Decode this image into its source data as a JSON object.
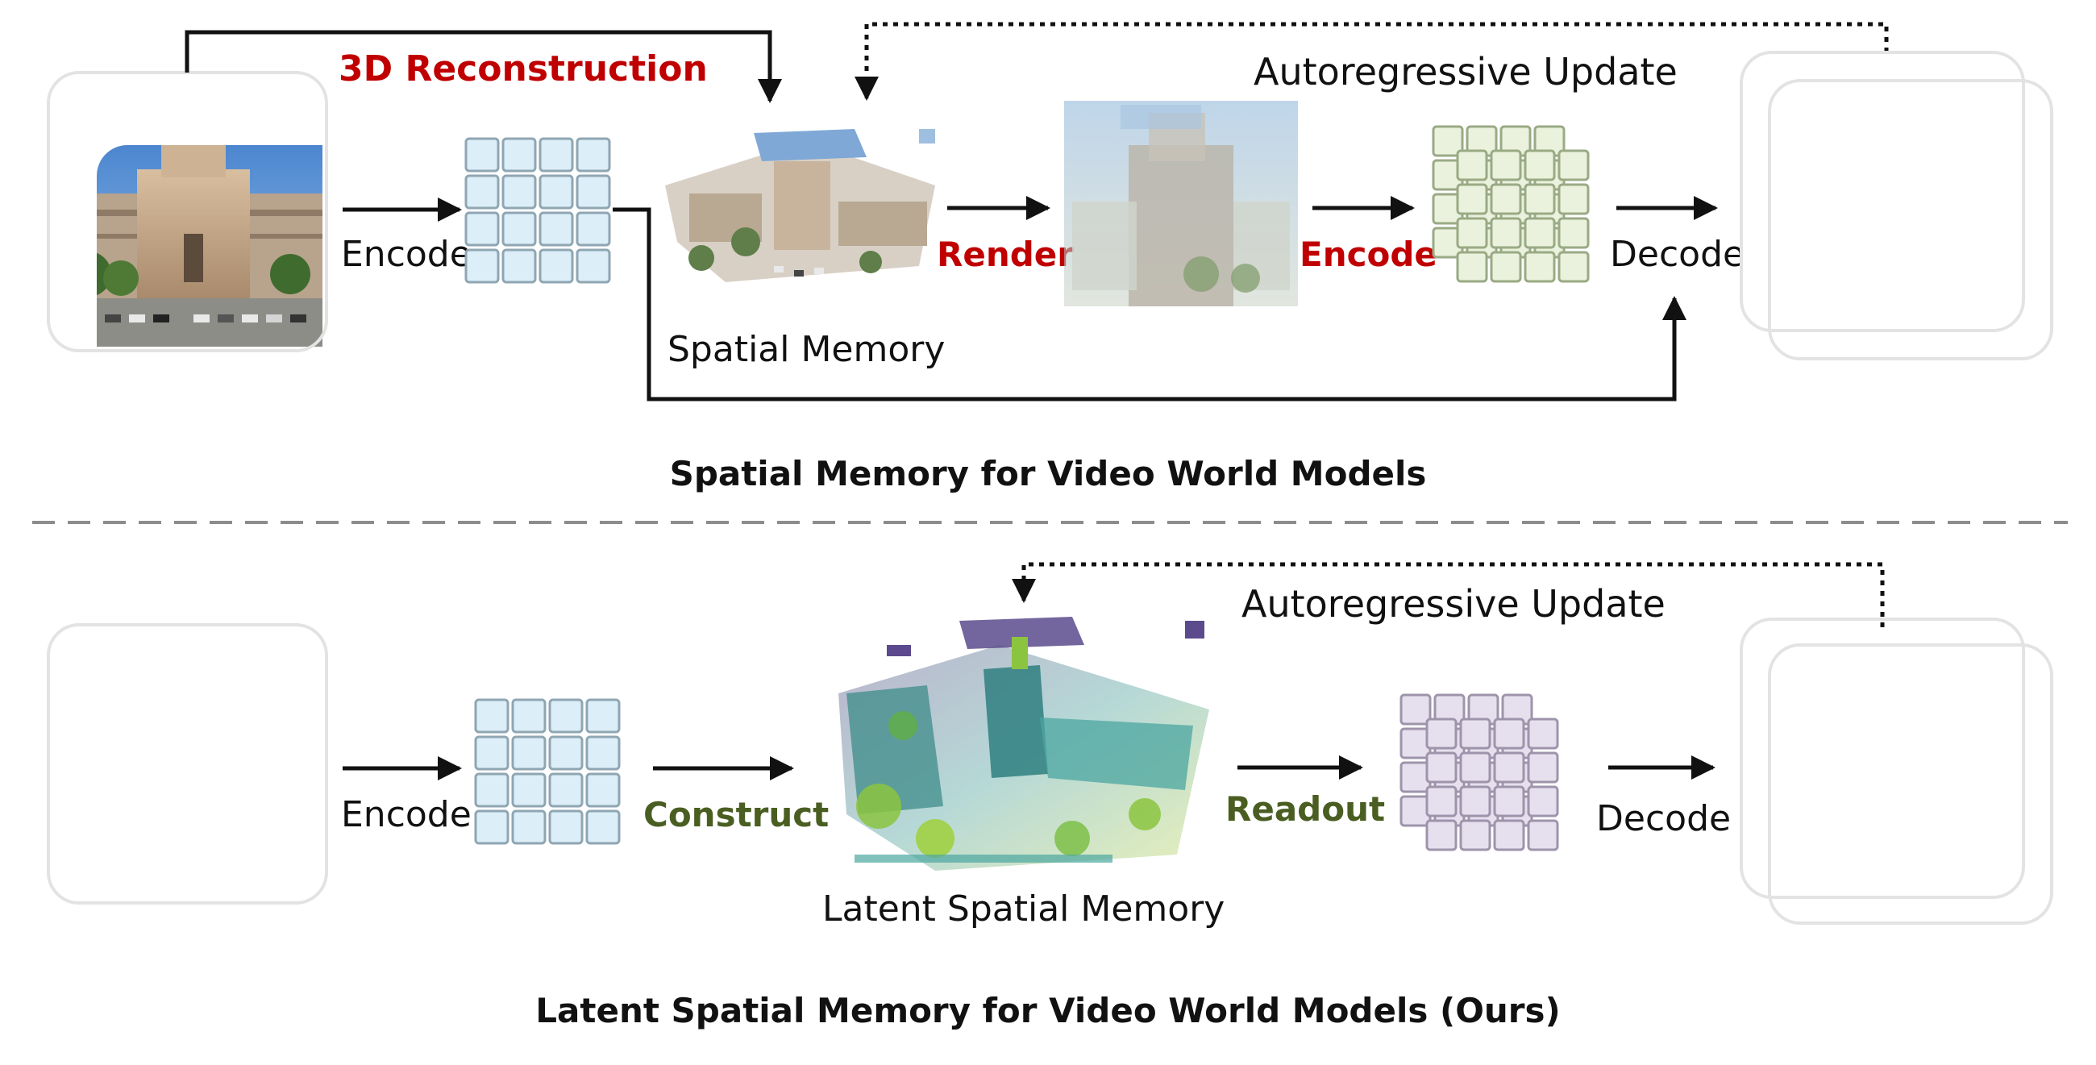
{
  "colors": {
    "red": "#c00000",
    "green": "#4a5e22",
    "black": "#111111",
    "divider": "#8c8c8c",
    "grid_blue": "#dceef7",
    "grid_blue_stroke": "#8fa6b3",
    "grid_green": "#eaf1dc",
    "grid_green_stroke": "#9aaa85",
    "grid_purple": "#e6e0ee",
    "grid_purple_stroke": "#9e94ab",
    "sky": "#3f7fd0",
    "building": "#c7a98a"
  },
  "top": {
    "recon_label": "3D Reconstruction",
    "autoreg_label": "Autoregressive Update",
    "encode_label": "Encode",
    "render_label": "Render",
    "encode2_label": "Encode",
    "decode_label": "Decode",
    "memory_label": "Spatial Memory",
    "caption": "Spatial Memory for Video World Models"
  },
  "bottom": {
    "autoreg_label": "Autoregressive Update",
    "encode_label": "Encode",
    "construct_label": "Construct",
    "readout_label": "Readout",
    "decode_label": "Decode",
    "memory_label": "Latent Spatial Memory",
    "caption": "Latent Spatial Memory for Video World Models (Ours)"
  }
}
